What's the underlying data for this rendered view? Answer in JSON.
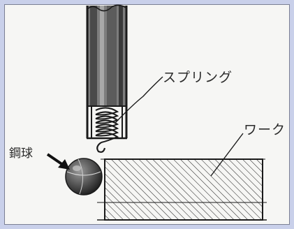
{
  "diagram": {
    "labels": {
      "spring": "スプリング",
      "work": "ワーク",
      "ball": "鋼球"
    },
    "colors": {
      "frame": "#c9d0ea",
      "line": "#2b2b2b",
      "background": "#f6f6f4"
    }
  }
}
